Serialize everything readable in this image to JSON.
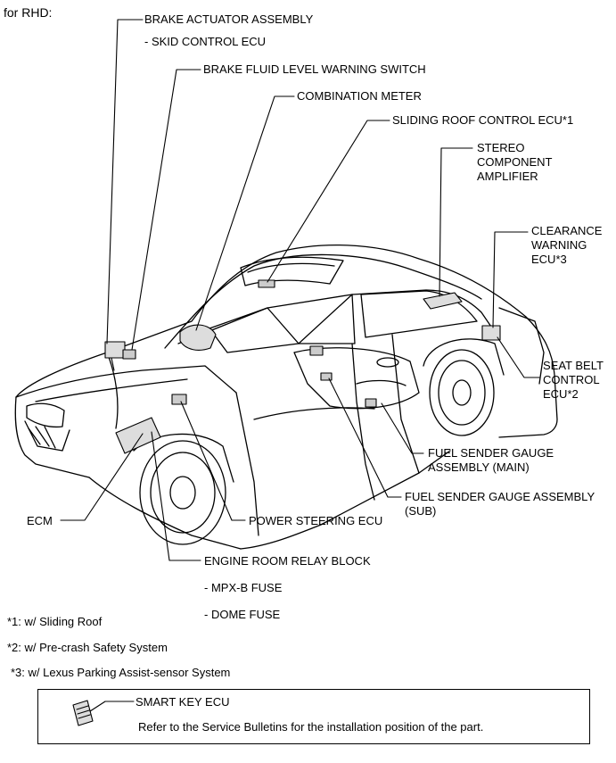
{
  "heading": "for RHD:",
  "labels": {
    "brake_actuator": "BRAKE ACTUATOR ASSEMBLY",
    "skid_control": "- SKID CONTROL ECU",
    "brake_fluid": "BRAKE FLUID LEVEL WARNING SWITCH",
    "combination_meter": "COMBINATION METER",
    "sliding_roof": "SLIDING ROOF CONTROL ECU*1",
    "stereo_1": "STEREO",
    "stereo_2": "COMPONENT",
    "stereo_3": "AMPLIFIER",
    "clearance_1": "CLEARANCE",
    "clearance_2": "WARNING",
    "clearance_3": "ECU*3",
    "seatbelt_1": "SEAT BELT",
    "seatbelt_2": "CONTROL",
    "seatbelt_3": "ECU*2",
    "fuel_main_1": "FUEL SENDER GAUGE",
    "fuel_main_2": "ASSEMBLY (MAIN)",
    "fuel_sub_1": "FUEL SENDER GAUGE ASSEMBLY",
    "fuel_sub_2": "(SUB)",
    "ecm": "ECM",
    "power_steering": "POWER STEERING ECU",
    "engine_room": "ENGINE ROOM RELAY BLOCK",
    "mpx_b": "- MPX-B FUSE",
    "dome": "- DOME FUSE"
  },
  "footnotes": {
    "fn1": "*1: w/ Sliding Roof",
    "fn2": "*2: w/ Pre-crash Safety System",
    "fn3": "*3: w/ Lexus Parking Assist-sensor System"
  },
  "smart_key": {
    "title": "SMART KEY ECU",
    "note": "Refer to the Service Bulletins for the installation position of the part."
  }
}
